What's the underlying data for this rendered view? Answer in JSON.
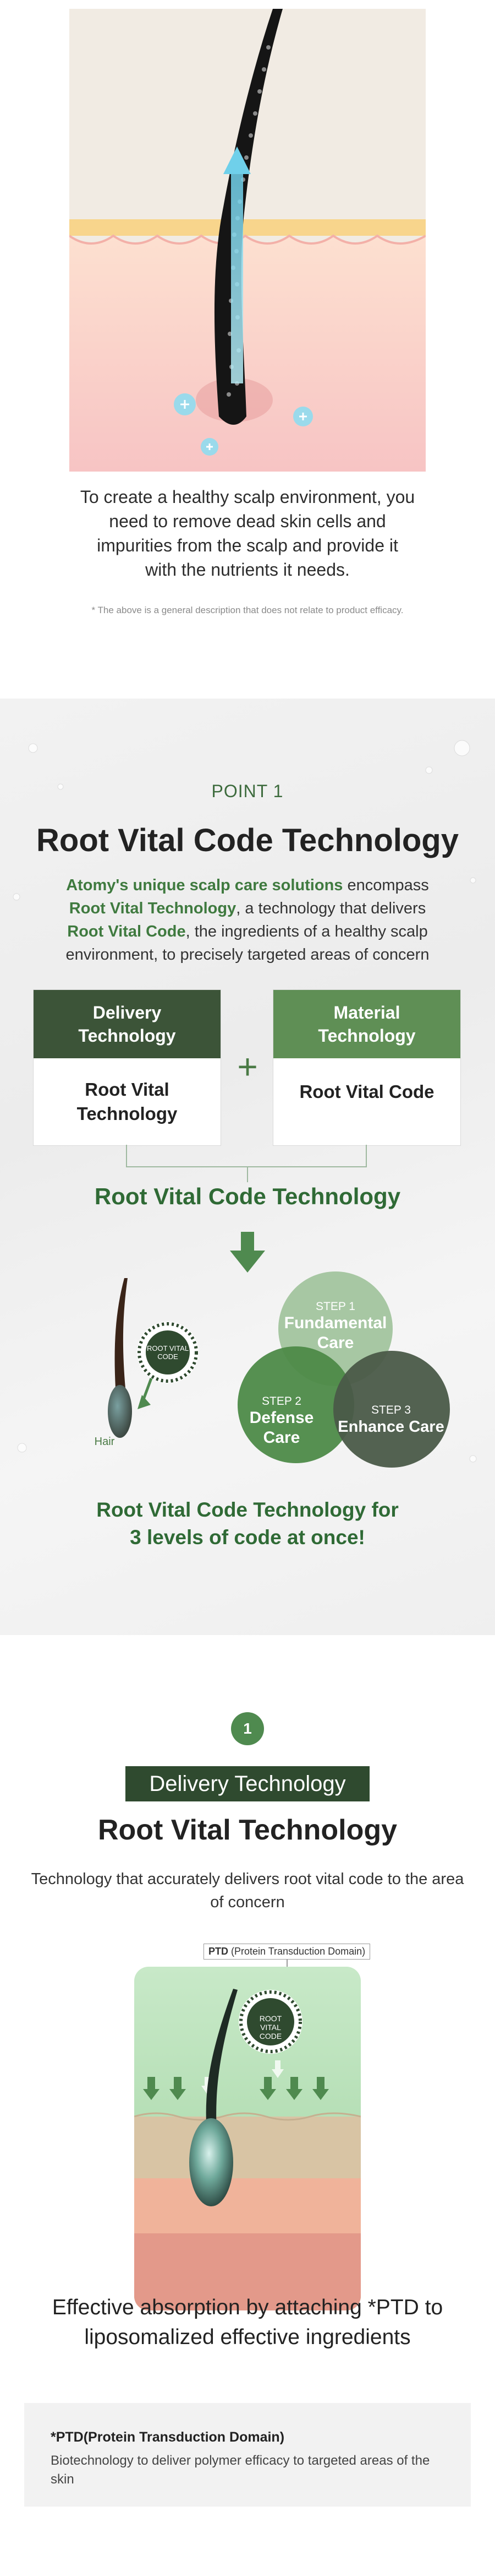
{
  "intro": {
    "text_lines": [
      "To create a healthy scalp environment, you",
      "need to remove dead skin cells and",
      "impurities from the scalp and provide it",
      "with the nutrients it needs."
    ],
    "disclaimer": "* The above is a general description that does not relate to product efficacy."
  },
  "point1": {
    "label": "POINT 1",
    "title": "Root Vital Code Technology",
    "desc": {
      "l1_bold": "Atomy's unique scalp care solutions",
      "l1_rest": " encompass",
      "l2_bold": "Root Vital Technology",
      "l2_rest": ", a technology that delivers",
      "l3_bold": "Root Vital Code",
      "l3_rest": ", the ingredients of a healthy scalp",
      "l4": "environment, to precisely targeted areas of concern"
    },
    "box_left": {
      "head_l1": "Delivery",
      "head_l2": "Technology",
      "body_l1": "Root Vital",
      "body_l2": "Technology"
    },
    "plus": "+",
    "box_right": {
      "head_l1": "Material",
      "head_l2": "Technology",
      "body": "Root Vital Code"
    },
    "result": "Root Vital Code Technology",
    "hair_label": "Hair",
    "badge_l1": "ROOT VITAL",
    "badge_l2": "CODE",
    "step1": {
      "step": "STEP 1",
      "l1": "Fundamental",
      "l2": "Care"
    },
    "step2": {
      "step": "STEP 2",
      "l1": "Defense",
      "l2": "Care"
    },
    "step3": {
      "step": "STEP 3",
      "l1": "Enhance Care"
    },
    "levels_l1": "Root Vital Code Technology for",
    "levels_l2": "3 levels of code at once!"
  },
  "section1": {
    "number": "1",
    "label": "Delivery Technology",
    "title": "Root Vital Technology",
    "desc_l1": "Technology that accurately delivers root vital code to the area",
    "desc_l2": "of concern",
    "tag_bold": "PTD",
    "tag_rest": " (Protein Transduction Domain)",
    "badge_l1": "ROOT VITAL",
    "badge_l2": "CODE",
    "effect_l1": "Effective absorption by attaching *PTD to",
    "effect_l2": "liposomalized effective ingredients",
    "ptd_title": "*PTD(Protein Transduction Domain)",
    "ptd_desc": "Biotechnology to deliver polymer efficacy to targeted areas of the skin"
  },
  "colors": {
    "green_dark": "#2f4a2f",
    "green_mid": "#4f8a4f",
    "green_text": "#2f6a35"
  }
}
